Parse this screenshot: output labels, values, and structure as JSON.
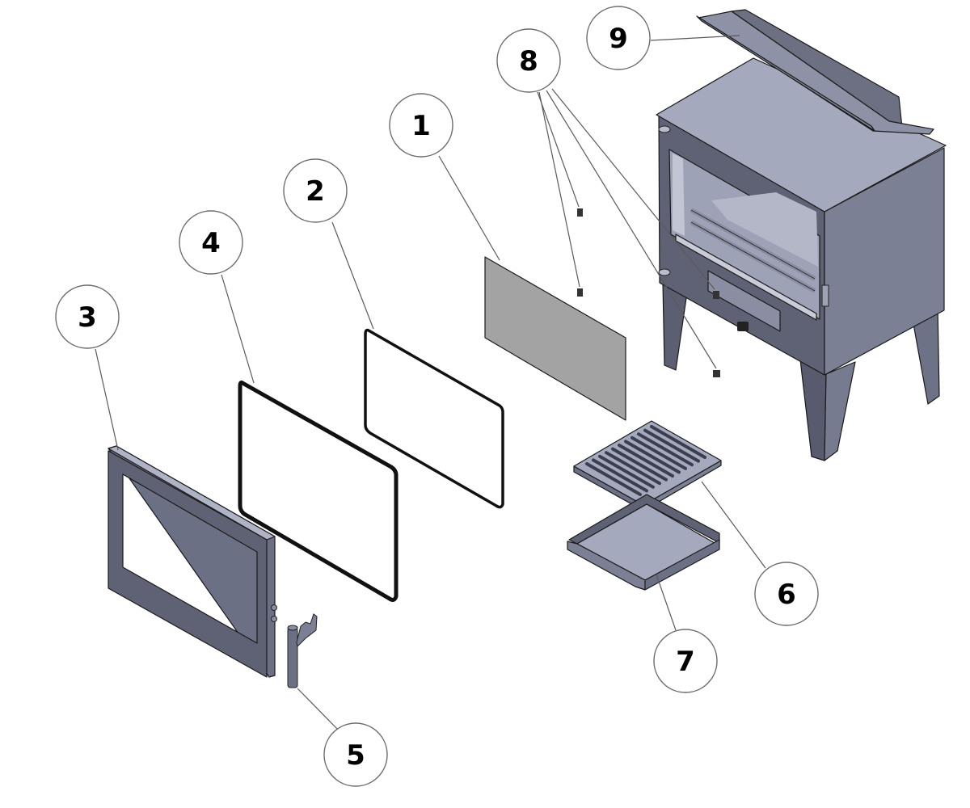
{
  "diagram": {
    "title": "Wood stove exploded parts diagram",
    "colors": {
      "steel_top": "#a4a9bd",
      "steel_front": "#5f6275",
      "steel_side": "#7b8095",
      "steel_dark": "#4d5062",
      "glass": "#a3a3a3",
      "gasket": "#111111",
      "background": "#ffffff"
    },
    "callouts": [
      {
        "number": "1",
        "part": "door-glass"
      },
      {
        "number": "2",
        "part": "glass-gasket"
      },
      {
        "number": "3",
        "part": "door-frame"
      },
      {
        "number": "4",
        "part": "door-seal-rope"
      },
      {
        "number": "5",
        "part": "door-handle"
      },
      {
        "number": "6",
        "part": "grate"
      },
      {
        "number": "7",
        "part": "ash-pan"
      },
      {
        "number": "8",
        "part": "glass-clips"
      },
      {
        "number": "9",
        "part": "baffle-plate"
      }
    ]
  }
}
